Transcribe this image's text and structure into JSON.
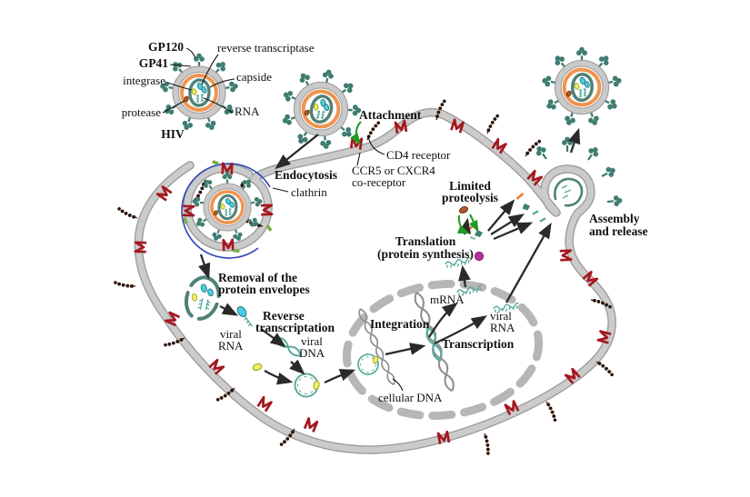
{
  "colors": {
    "background": "#ffffff",
    "membrane": "#cbcbcb",
    "membrane_edge": "#9b9b9b",
    "viral_envelope_orange": "#ef9450",
    "capsid_teal": "#4e8278",
    "spike_teal": "#3f7d72",
    "reverse_transcriptase_cyan": "#49cede",
    "integrase_yellow": "#eef060",
    "protease_brown": "#a85a28",
    "coreceptor_red": "#a5171f",
    "cd4_dark": "#2a1203",
    "clathrin_blue": "#3344bb",
    "nucleic_acid_teal": "#57a89b",
    "cellular_dna_gray": "#8f8f8f",
    "ribosome_magenta": "#b5309b",
    "nucleus_gray": "#b6b6b6",
    "arrow_black": "#2a2a2a",
    "arrow_green": "#1f9a22",
    "contact_green": "#76b043"
  },
  "virion": {
    "gp120": "GP120",
    "gp41": "GP41",
    "integrase": "integrase",
    "protease": "protease",
    "name": "HIV",
    "reverse_transcriptase": "reverse transcriptase",
    "capsid": "capside",
    "rna": "RNA"
  },
  "attachment": {
    "title": "Attachment",
    "cd4": "CD4 receptor",
    "coreceptor_line1": "CCR5 or CXCR4",
    "coreceptor_line2": "co-receptor"
  },
  "entry": {
    "endocytosis": "Endocytosis",
    "clathrin": "clathrin",
    "removal_line1": "Removal of the",
    "removal_line2": "protein envelopes"
  },
  "replication": {
    "viral_rna_line1": "viral",
    "viral_rna_line2": "RNA",
    "reverse_line1": "Reverse",
    "reverse_line2": "transcriptation",
    "viral_dna_line1": "viral",
    "viral_dna_line2": "DNA",
    "integration": "Integration",
    "cellular_dna": "cellular DNA",
    "transcription": "Transcription",
    "mrna": "mRNA",
    "viral_rna_b_line1": "viral",
    "viral_rna_b_line2": "RNA"
  },
  "late": {
    "translation_line1": "Translation",
    "translation_line2": "(protein synthesis)",
    "proteolysis_line1": "Limited",
    "proteolysis_line2": "proteolysis",
    "assembly_line1": "Assembly",
    "assembly_line2": "and release"
  }
}
